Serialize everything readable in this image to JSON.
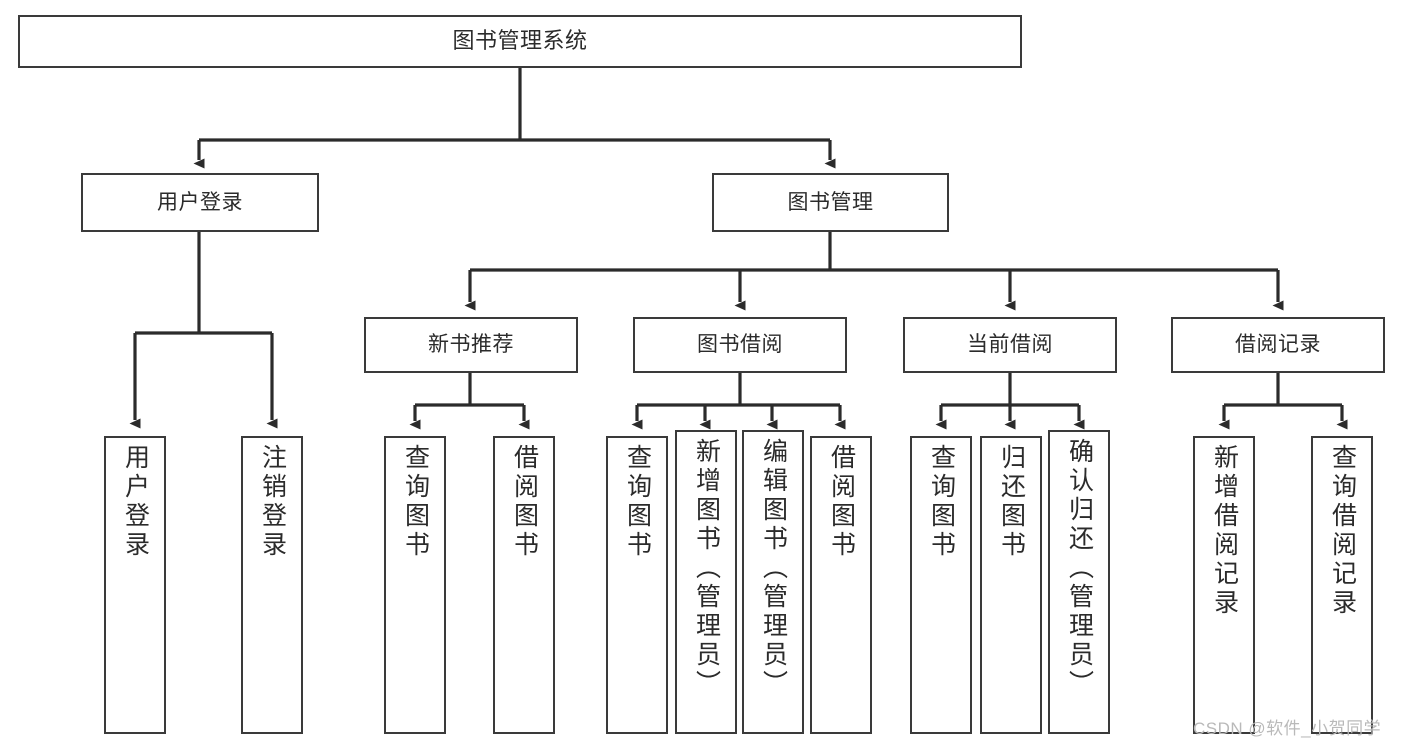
{
  "diagram": {
    "title": "图书管理系统",
    "type": "functional-structure-tree",
    "orientation": "top-down",
    "colors": {
      "box_border": "#3a3a3a",
      "box_fill": "#ffffff",
      "edge": "#2b2b2b",
      "text": "#2b2b2b",
      "watermark": "#b9b9b9",
      "background": "#ffffff"
    },
    "root": {
      "id": "root",
      "label": "图书管理系统"
    },
    "level1": [
      {
        "id": "user-login",
        "label": "用户登录"
      },
      {
        "id": "book-manage",
        "label": "图书管理"
      }
    ],
    "level2": [
      {
        "id": "new-book-recommend",
        "label": "新书推荐",
        "parent": "book-manage"
      },
      {
        "id": "book-borrow",
        "label": "图书借阅",
        "parent": "book-manage"
      },
      {
        "id": "current-borrow",
        "label": "当前借阅",
        "parent": "book-manage"
      },
      {
        "id": "borrow-record",
        "label": "借阅记录",
        "parent": "book-manage"
      }
    ],
    "leaves": [
      {
        "id": "leaf-user-login",
        "label": "用户登录",
        "parent": "user-login"
      },
      {
        "id": "leaf-logout-login",
        "label": "注销登录",
        "parent": "user-login"
      },
      {
        "id": "leaf-query-book-1",
        "label": "查询图书",
        "parent": "new-book-recommend"
      },
      {
        "id": "leaf-borrow-book-1",
        "label": "借阅图书",
        "parent": "new-book-recommend"
      },
      {
        "id": "leaf-query-book-2",
        "label": "查询图书",
        "parent": "book-borrow"
      },
      {
        "id": "leaf-add-book",
        "label": "新增图书（管理员）",
        "parent": "book-borrow"
      },
      {
        "id": "leaf-edit-book",
        "label": "编辑图书（管理员）",
        "parent": "book-borrow"
      },
      {
        "id": "leaf-borrow-book-2",
        "label": "借阅图书",
        "parent": "book-borrow"
      },
      {
        "id": "leaf-query-book-3",
        "label": "查询图书",
        "parent": "current-borrow"
      },
      {
        "id": "leaf-return-book",
        "label": "归还图书",
        "parent": "current-borrow"
      },
      {
        "id": "leaf-confirm-return",
        "label": "确认归还（管理员）",
        "parent": "current-borrow"
      },
      {
        "id": "leaf-add-record",
        "label": "新增借阅记录",
        "parent": "borrow-record"
      },
      {
        "id": "leaf-query-record",
        "label": "查询借阅记录",
        "parent": "borrow-record"
      }
    ]
  },
  "watermark": {
    "text": "CSDN @软件_小贺同学"
  }
}
